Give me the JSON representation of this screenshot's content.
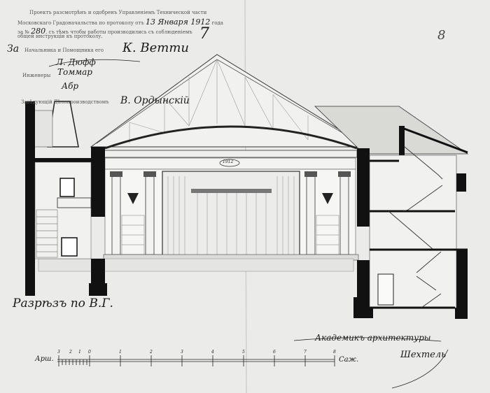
{
  "approval": {
    "line1": "Проектъ разсмотрѣнъ и одобренъ Управленіемъ Технической части",
    "line2_prefix": "Московскаго Градоначальства по протоколу отъ",
    "date_hand": "13 Января 1912",
    "line2_suffix": "года",
    "line3_prefix": "за №",
    "number_hand": "280",
    "line3_suffix": ", съ тѣмъ чтобы работы производились съ соблюденіемъ",
    "line4": "общей инструкціи къ протоколу."
  },
  "signatures": {
    "for_label_hand": "За",
    "chief_label": "Начальника и Помощника его",
    "chief_signature": "К. Ветти",
    "mark": "7",
    "engineers_label": "Инженеры",
    "engineer_signatures": [
      "Л. Дюфф",
      "Томмар",
      "Абр"
    ],
    "clerk_label": "Завѣдующій Дѣлопроизводствомъ",
    "clerk_signature": "В. Ордынскій",
    "architect_title": "Академикъ архитектуры",
    "architect_signature": "Шехтель"
  },
  "sheet_number": "8",
  "drawing": {
    "title": "Разрѣзъ по В.Г.",
    "cartouche": "1912"
  },
  "scale_bar": {
    "left_unit": "Арш.",
    "right_unit": "Саж.",
    "ticks": [
      "3",
      "2",
      "1",
      "0",
      "1",
      "2",
      "3",
      "4",
      "5",
      "6",
      "7",
      "8"
    ]
  }
}
